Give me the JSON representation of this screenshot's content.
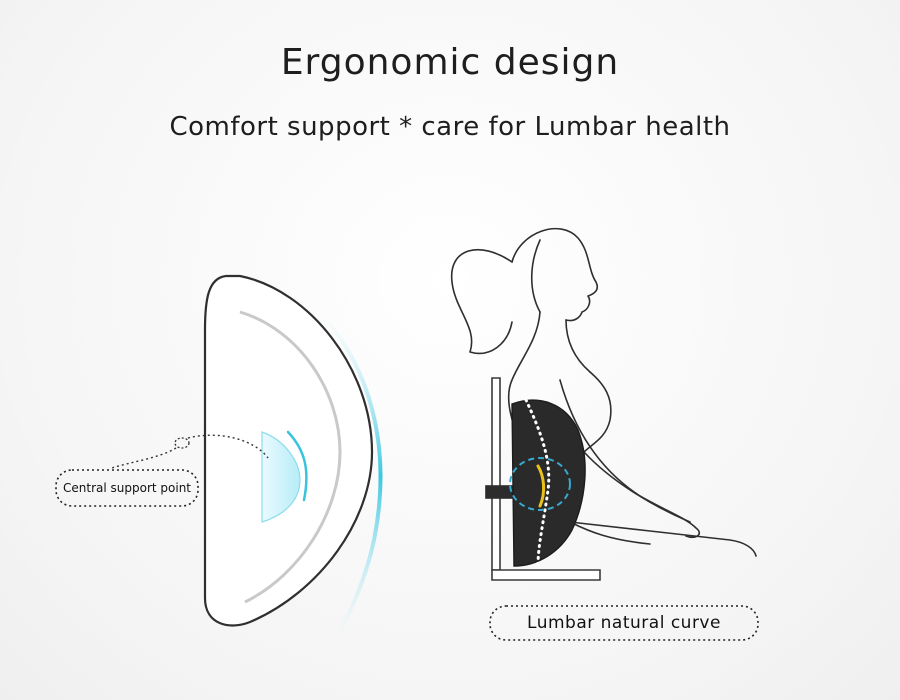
{
  "header": {
    "title": "Ergonomic design",
    "subtitle": "Comfort support * care for Lumbar health"
  },
  "labels": {
    "central_support": "Central support point",
    "lumbar_curve": "Lumbar natural curve"
  },
  "colors": {
    "accent_cyan": "#39c3dc",
    "cushion_dark": "#2a2a2a",
    "support_highlight": "#e8c21a",
    "line": "#333333"
  }
}
